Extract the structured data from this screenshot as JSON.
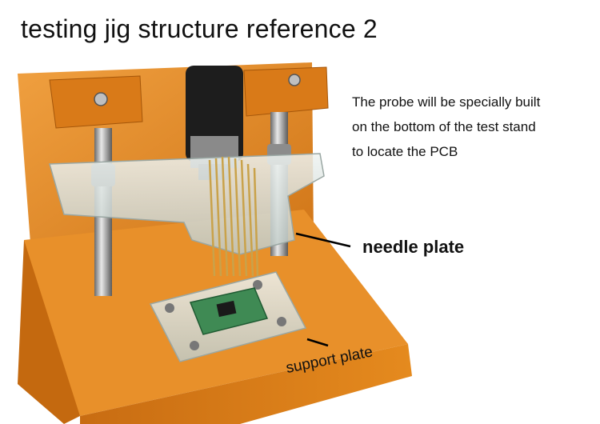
{
  "title": "testing jig structure reference 2",
  "description_lines": [
    "The probe will be specially built",
    "on the bottom of the test stand",
    "to locate the PCB"
  ],
  "labels": {
    "needle_plate": "needle plate",
    "support_plate": "support plate"
  },
  "colors": {
    "jig_orange": "#e58a1e",
    "jig_orange_dark": "#b9650f",
    "acrylic": "#dfe6e4",
    "pcb_green": "#3f8a54",
    "probe_gold": "#c9a24a"
  }
}
